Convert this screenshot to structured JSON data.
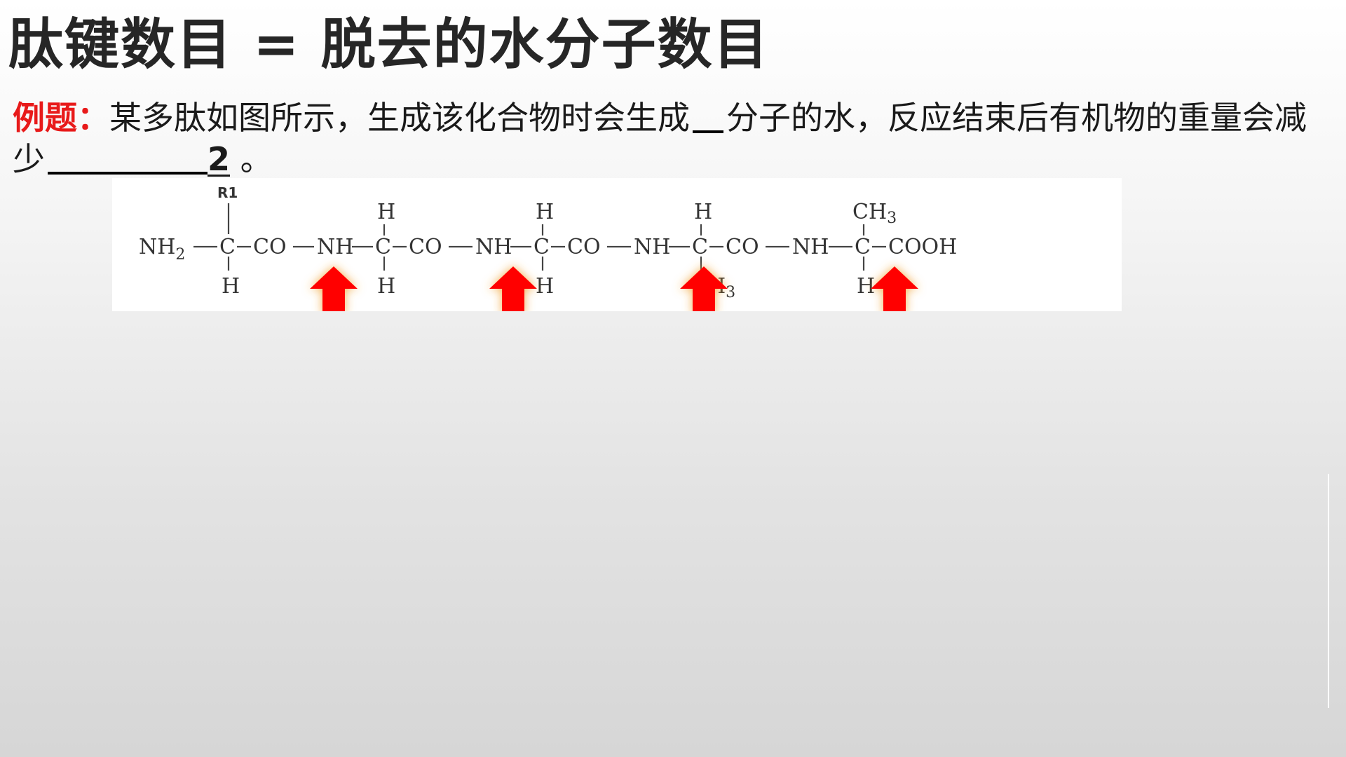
{
  "slide": {
    "title": "肽键数目 = 脱去的水分子数目"
  },
  "question": {
    "label": "例题：",
    "text_1": "某多肽如图所示，生成该化合物时会生成",
    "text_2": "分子的水，反应结束后有机物的重量会减少",
    "answer": "2",
    "end": " 。"
  },
  "formula": {
    "r_group": "R1",
    "nh2": "NH",
    "nh2_sub": "2",
    "c": "C",
    "co": "CO",
    "nh": "NH",
    "h": "H",
    "ch3": "CH",
    "ch3_sub": "3",
    "cooh": "COOH"
  },
  "colors": {
    "accent_red": "#e81a1a",
    "arrow_red": "#ff0000",
    "arrow_glow": "#f0a030"
  },
  "icons": [
    "arrow-up-icon"
  ]
}
